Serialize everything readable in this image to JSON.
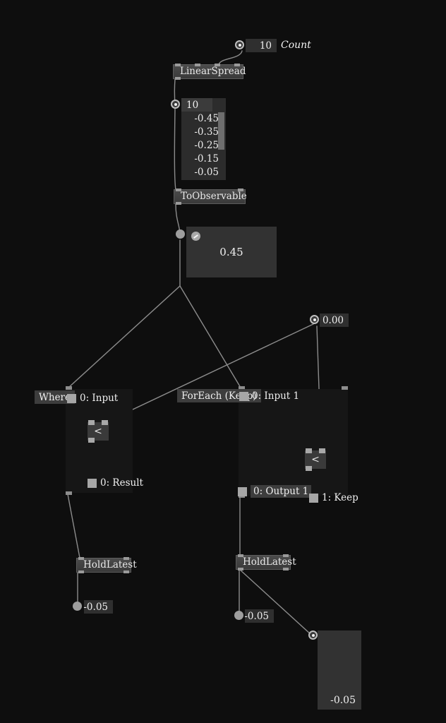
{
  "app": {
    "background_color": "#0e0e0e",
    "wire_color": "#8c8c8c",
    "accent_color": "#a6a6a6"
  },
  "nodes": {
    "count_iobox": {
      "value": "10",
      "label": "Count"
    },
    "linear_spread": {
      "title": "LinearSpread"
    },
    "spread_list": {
      "count": "10",
      "values": [
        "-0.45",
        "-0.35",
        "-0.25",
        "-0.15",
        "-0.05"
      ]
    },
    "to_observable": {
      "title": "ToObservable"
    },
    "value_display": {
      "value": "0.45"
    },
    "zero_iobox": {
      "value": "0.00"
    },
    "where_region": {
      "title": "Where",
      "input_label": "0:  Input",
      "operator": "<",
      "result_label": "0:  Result"
    },
    "foreach_region": {
      "title": "ForEach (Keep)",
      "input_label": "0:  Input 1",
      "operator": "<",
      "output_label": "0:  Output 1",
      "keep_label": "1:  Keep"
    },
    "hold_latest_left": {
      "title": "HoldLatest",
      "output_value": "-0.05"
    },
    "hold_latest_right": {
      "title": "HoldLatest",
      "output_value": "-0.05"
    },
    "tall_output_box": {
      "value": "-0.05"
    }
  }
}
